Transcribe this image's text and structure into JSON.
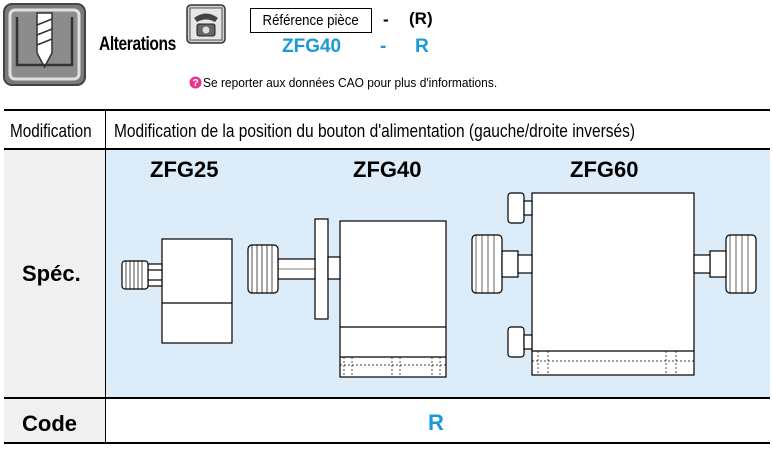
{
  "header": {
    "section_title": "Alterations",
    "reference_label": "Référence pièce",
    "reference_dash": "-",
    "reference_code": "(R)",
    "model_code": "ZFG40",
    "model_dash": "-",
    "suffix_code": "R",
    "info_note": "Se reporter aux données CAO pour plus d'informations."
  },
  "table": {
    "headers": [
      "Modification",
      "Modification de la position du bouton d'alimentation (gauche/droite inversés)"
    ],
    "rows": [
      {
        "label": "Spéc.",
        "models": [
          "ZFG25",
          "ZFG40",
          "ZFG60"
        ]
      },
      {
        "label": "Code",
        "value": "R"
      }
    ]
  },
  "colors": {
    "accent": "#1a9ad6",
    "spec_background": "#dcecf9",
    "label_background": "#f0f0f0"
  },
  "icons": [
    "drill-bit-icon",
    "phone-icon",
    "info-icon"
  ]
}
